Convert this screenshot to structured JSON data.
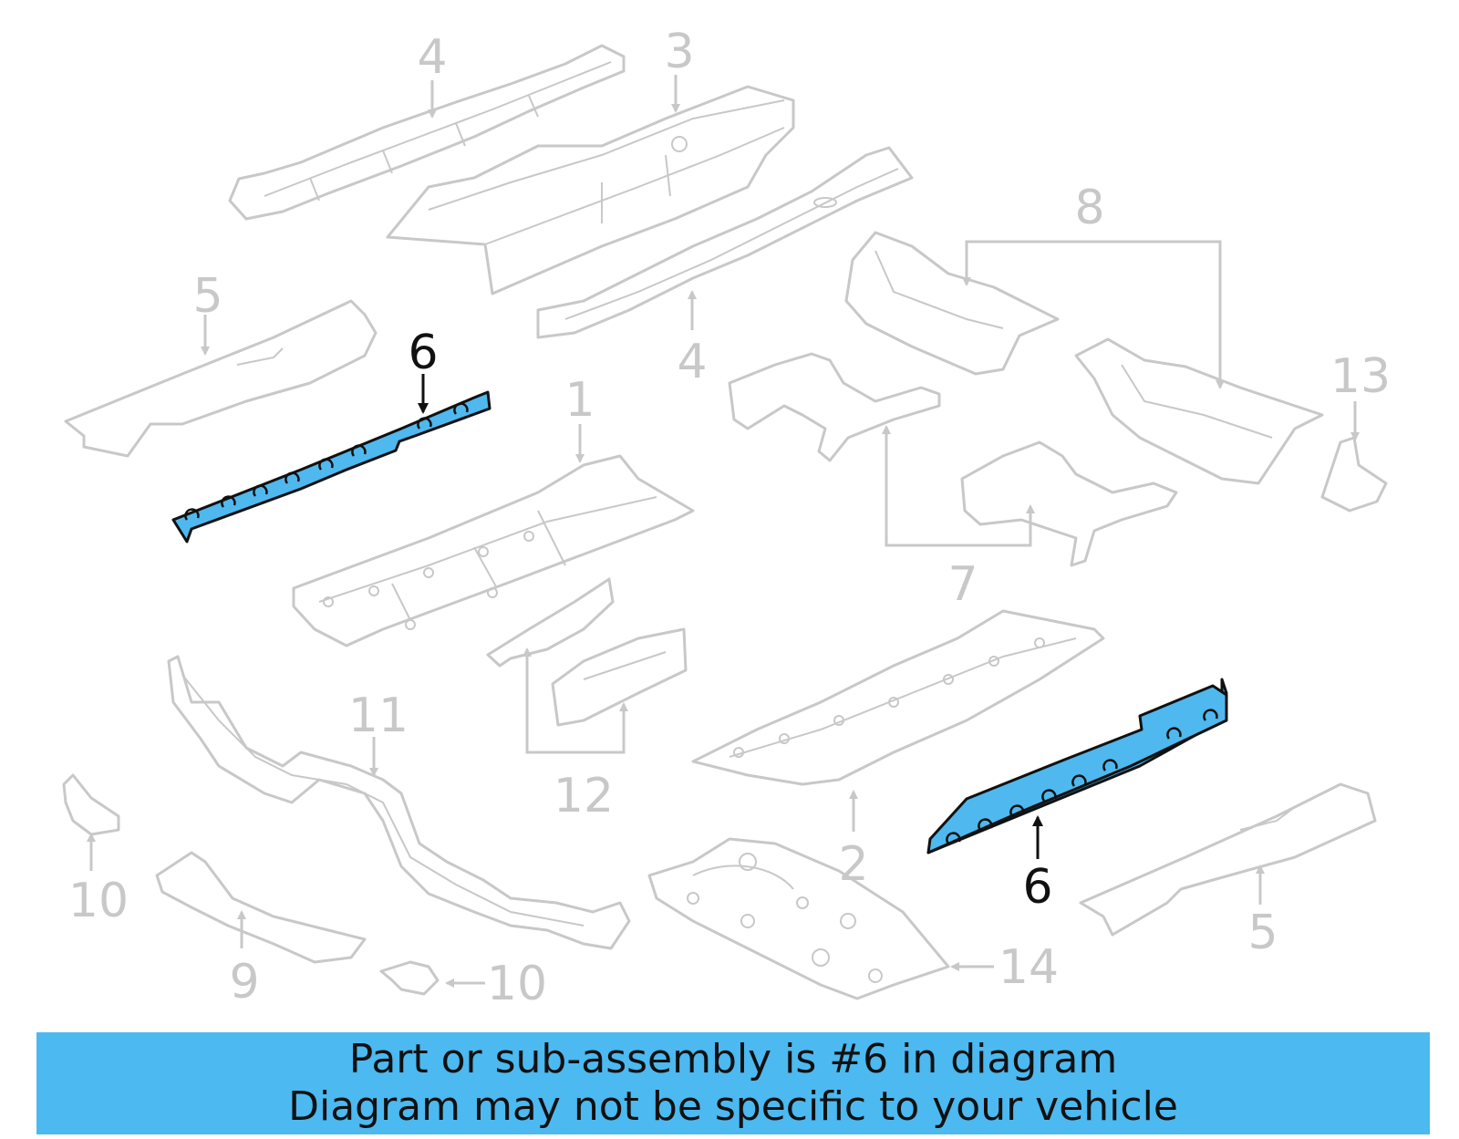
{
  "colors": {
    "highlight": "#4fb8ee",
    "banner": "#4cb9f0",
    "part_outline": "#c8c8c8",
    "text": "#111111"
  },
  "callouts": {
    "c1": "1",
    "c2": "2",
    "c3": "3",
    "c4a": "4",
    "c4b": "4",
    "c5a": "5",
    "c5b": "5",
    "c6a": "6",
    "c6b": "6",
    "c7": "7",
    "c8": "8",
    "c9": "9",
    "c10a": "10",
    "c10b": "10",
    "c11": "11",
    "c12": "12",
    "c13": "13",
    "c14": "14"
  },
  "highlighted_part": "6",
  "banner": {
    "line1": "Part or sub-assembly is #6 in diagram",
    "line2": "Diagram may not be specific to your vehicle"
  }
}
